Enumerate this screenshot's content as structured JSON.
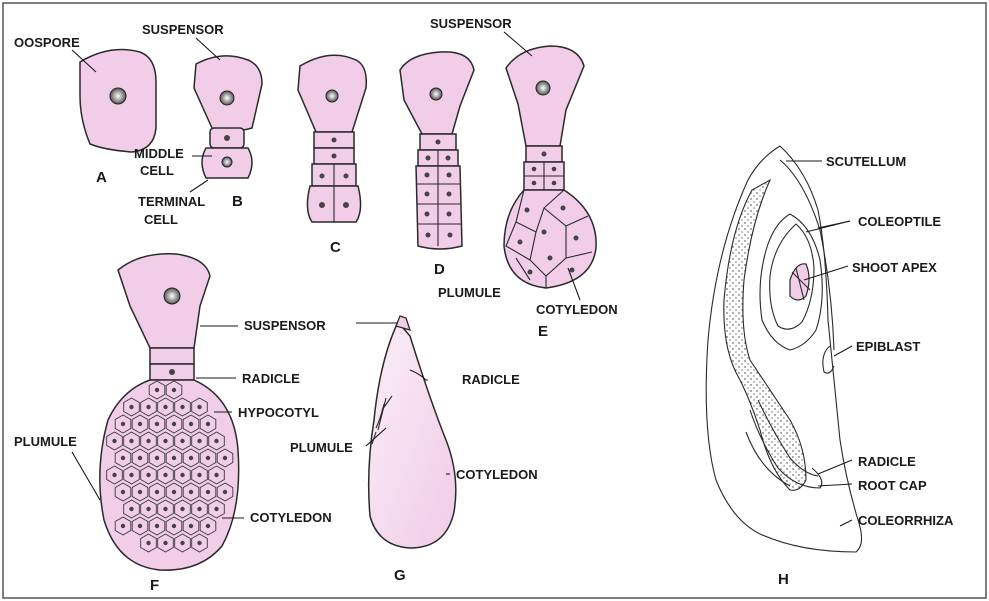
{
  "colors": {
    "cell_fill": "#f1cde8",
    "cell_fill_light": "#f7e1f1",
    "outline": "#2a2a2a",
    "frame": "#555555"
  },
  "labels": {
    "oospore": "OOSPORE",
    "suspensor_b": "SUSPENSOR",
    "middle": "MIDDLE",
    "cell_word_middle": "CELL",
    "terminal": "TERMINAL",
    "cell_word_terminal": "CELL",
    "suspensor_e": "SUSPENSOR",
    "plumule_e": "PLUMULE",
    "cotyledon_e": "COTYLEDON",
    "suspensor_f": "SUSPENSOR",
    "radicle_f": "RADICLE",
    "hypocotyl": "HYPOCOTYL",
    "plumule_f": "PLUMULE",
    "cotyledon_f": "COTYLEDON",
    "radicle_g": "RADICLE",
    "plumule_g": "PLUMULE",
    "cotyledon_g": "COTYLEDON",
    "scutellum": "SCUTELLUM",
    "coleoptile": "COLEOPTILE",
    "shoot_apex": "SHOOT APEX",
    "epiblast": "EPIBLAST",
    "radicle_h": "RADICLE",
    "root_cap": "ROOT CAP",
    "coleorrhiza": "COLEORRHIZA"
  },
  "figure_letters": {
    "a": "A",
    "b": "B",
    "c": "C",
    "d": "D",
    "e": "E",
    "f": "F",
    "g": "G",
    "h": "H"
  }
}
